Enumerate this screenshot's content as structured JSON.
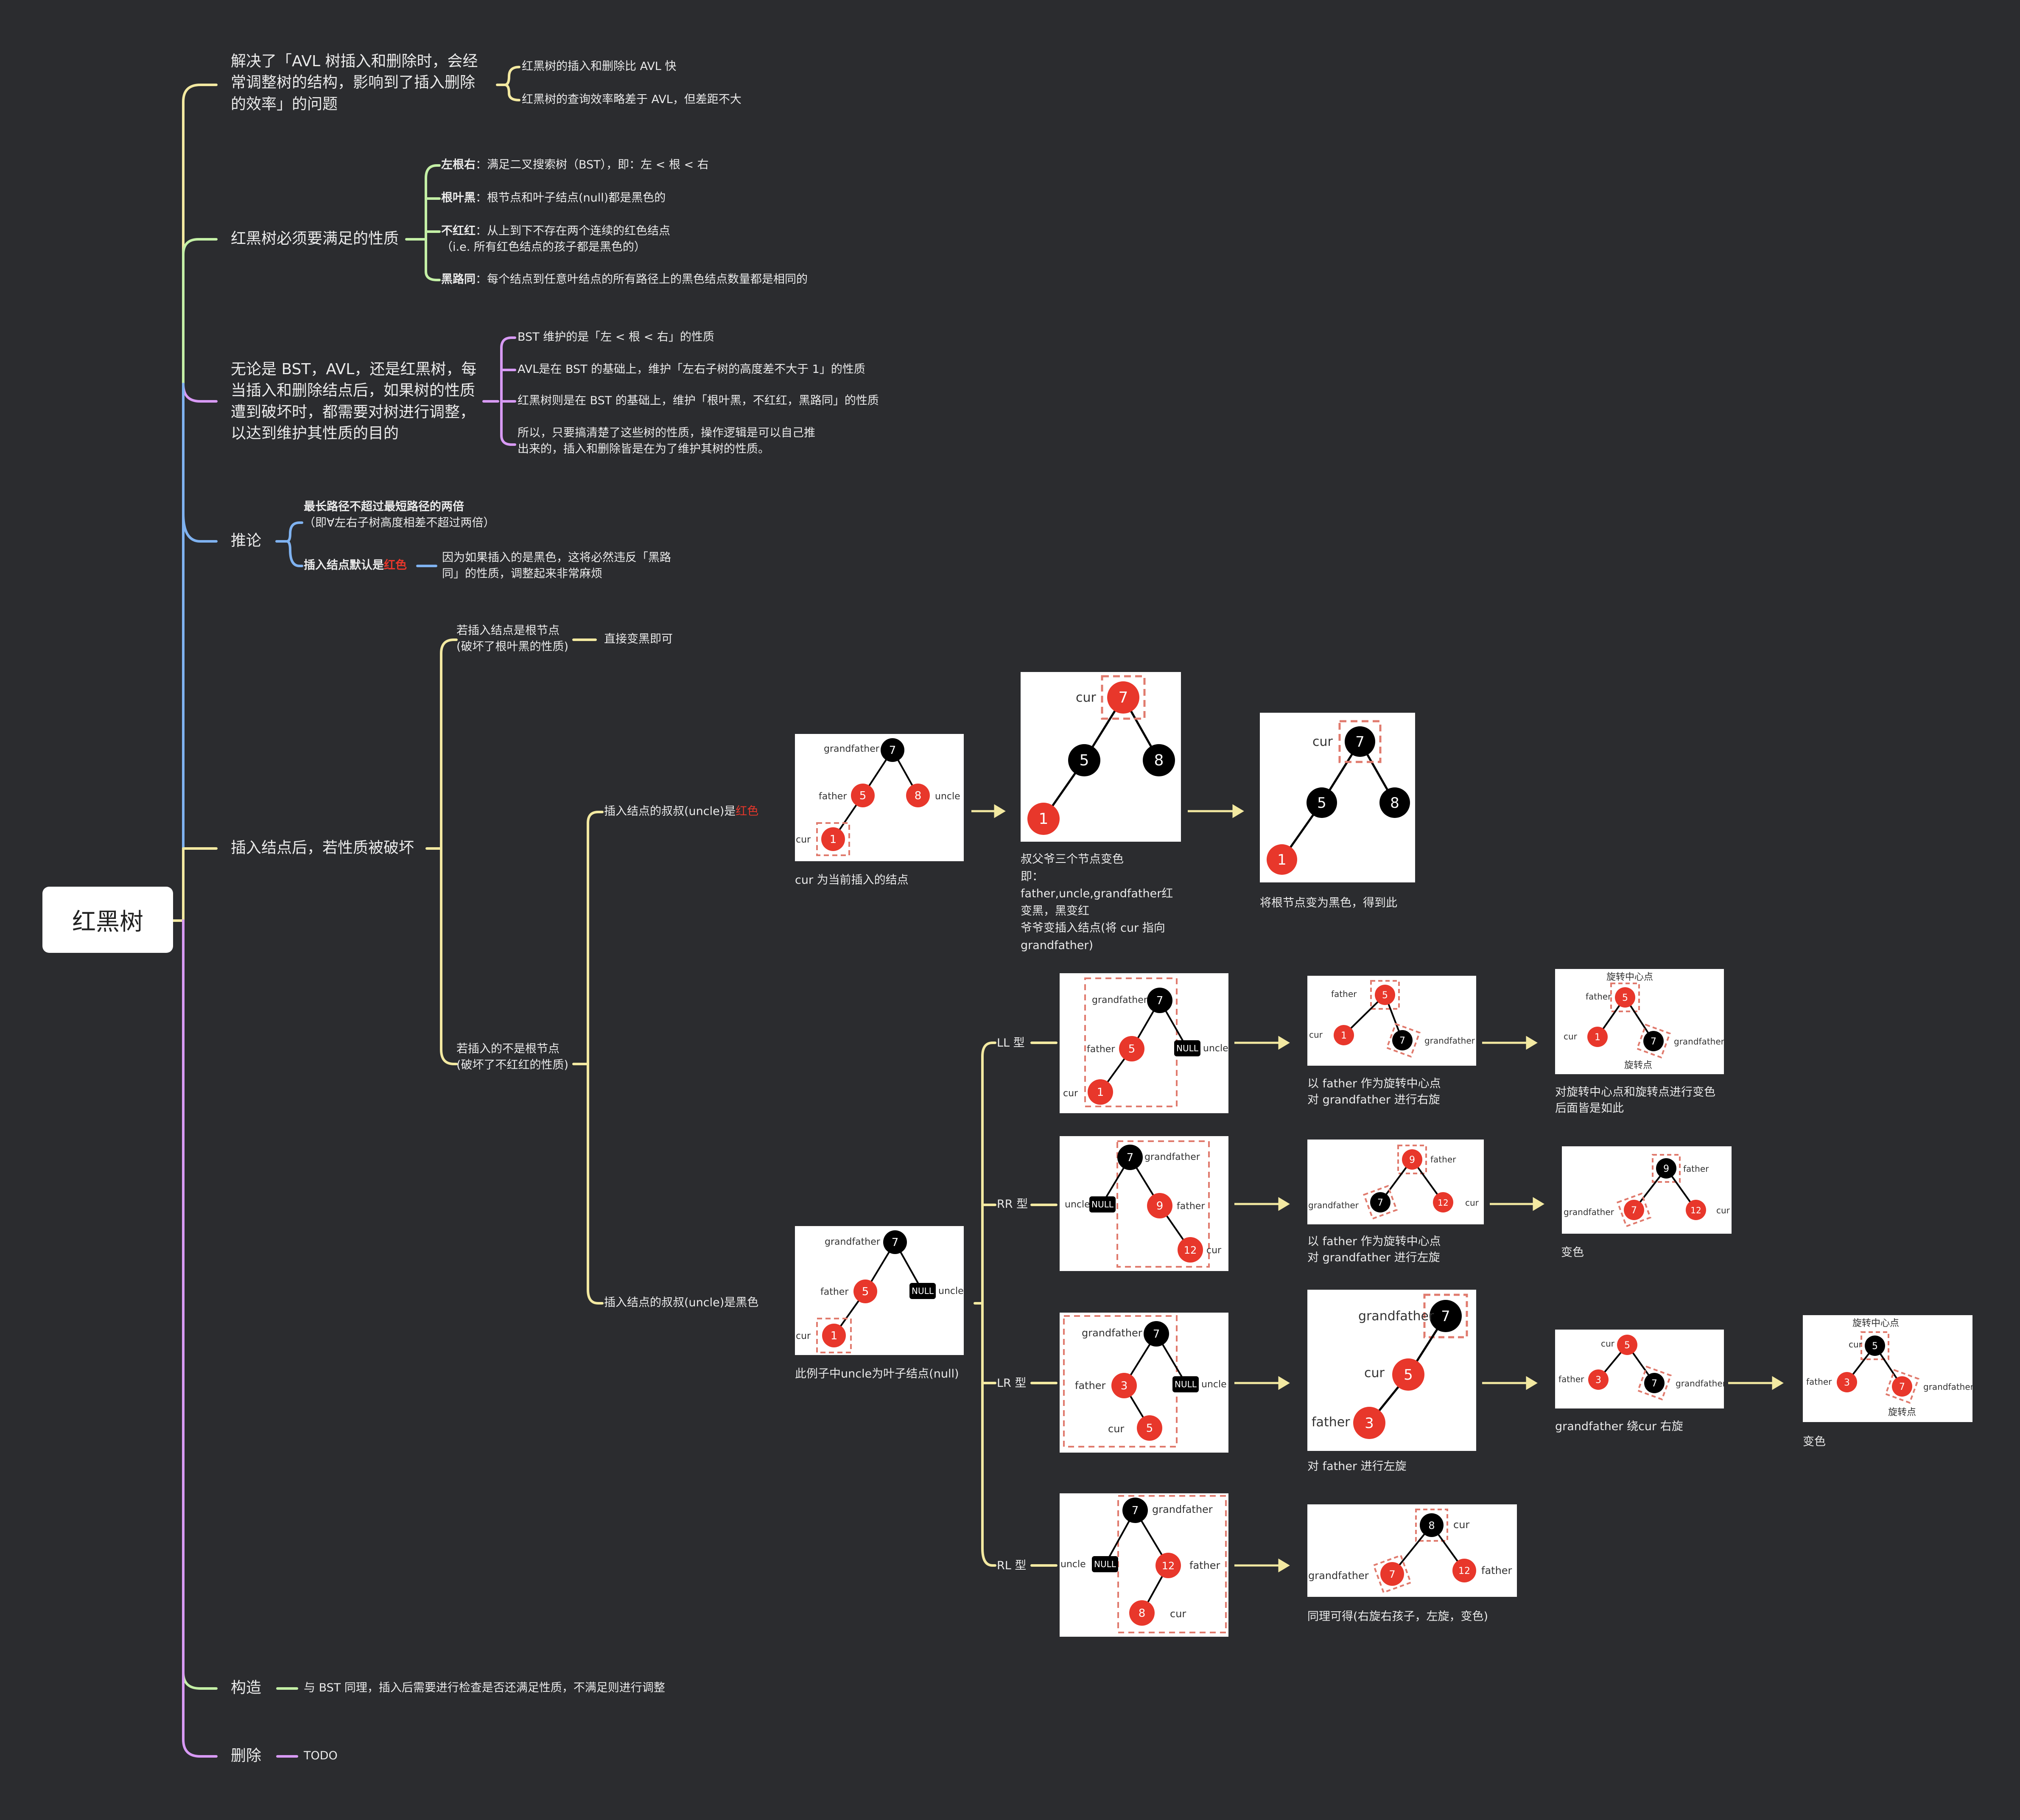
{
  "root": "红黑树",
  "b1": {
    "label": "解决了「AVL 树插入和删除时，会经常调整树的结构，影响到了插入删除的效率」的问题",
    "l1": "解决了「AVL 树插入和删除时，会经",
    "l2": "常调整树的结构，影响到了插入删除",
    "l3": "的效率」的问题",
    "c1": "红黑树的插入和删除比 AVL 快",
    "c2": "红黑树的查询效率略差于 AVL，但差距不大"
  },
  "b2": {
    "label": "红黑树必须要满足的性质",
    "p1k": "左根右",
    "p1v": "：满足二叉搜索树（BST），即：左 < 根 < 右",
    "p2k": "根叶黑",
    "p2v": "：根节点和叶子结点(null)都是黑色的",
    "p3k": "不红红",
    "p3v": "：从上到下不存在两个连续的红色结点",
    "p3v2": "（i.e. 所有红色结点的孩子都是黑色的）",
    "p4k": "黑路同",
    "p4v": "：每个结点到任意叶结点的所有路径上的黑色结点数量都是相同的"
  },
  "b3": {
    "l1": "无论是 BST，AVL，还是红黑树，每",
    "l2": "当插入和删除结点后，如果树的性质",
    "l3": "遭到破坏时，都需要对树进行调整，",
    "l4": "以达到维护其性质的目的",
    "c1": "BST 维护的是「左 < 根 < 右」的性质",
    "c2": "AVL是在 BST 的基础上，维护「左右子树的高度差不大于 1」的性质",
    "c3": "红黑树则是在 BST 的基础上，维护「根叶黑，不红红，黑路同」的性质",
    "c4a": "所以，只要搞清楚了这些树的性质，操作逻辑是可以自己推",
    "c4b": "出来的，插入和删除皆是在为了维护其树的性质。"
  },
  "b4": {
    "label": "推论",
    "c1": "最长路径不超过最短路径的两倍",
    "c1b": "（即∀左右子树高度相差不超过两倍）",
    "c2": "插入结点默认是",
    "c2red": "红色",
    "c2n1": "因为如果插入的是黑色，这将必然违反「黑路",
    "c2n2": "同」的性质，调整起来非常麻烦"
  },
  "b5": {
    "label": "插入结点后，若性质被破坏",
    "r1a": "若插入结点是根节点",
    "r1b": "(破坏了根叶黑的性质)",
    "r1c": "直接变黑即可",
    "r2a": "若插入的不是根节点",
    "r2b": "(破坏了不红红的性质)",
    "u_red": "插入结点的叔叔(uncle)是",
    "u_red_w": "红色",
    "u_black": "插入结点的叔叔(uncle)是黑色",
    "cap1": "cur 为当前插入的结点",
    "cap2a": "叔父爷三个节点变色",
    "cap2b": "即：",
    "cap2c": "father,uncle,grandfather红",
    "cap2d": "变黑，黑变红",
    "cap2e": "爷爷变插入结点(将 cur 指向",
    "cap2f": "grandfather)",
    "cap3": "将根节点变为黑色，得到此",
    "capb": "此例子中uncle为叶子结点(null)",
    "ll": "LL 型",
    "rr": "RR 型",
    "lr": "LR 型",
    "rl": "RL 型",
    "ll1a": "以 father 作为旋转中心点",
    "ll1b": "对 grandfather 进行右旋",
    "ll2a": "对旋转中心点和旋转点进行变色",
    "ll2b": "后面皆是如此",
    "rr1a": "以 father 作为旋转中心点",
    "rr1b": "对 grandfather 进行左旋",
    "rr2": "变色",
    "lr1": "对 father 进行左旋",
    "lr2": "grandfather 绕cur 右旋",
    "lr3": "变色",
    "rl1": "同理可得(右旋右孩子，左旋，变色)"
  },
  "b6": {
    "label": "构造",
    "c1": "与 BST 同理，插入后需要进行检查是否还满足性质，不满足则进行调整"
  },
  "b7": {
    "label": "删除",
    "c1": "TODO"
  },
  "tree": {
    "grandfather": "grandfather",
    "father": "father",
    "uncle": "uncle",
    "cur": "cur",
    "null": "NULL",
    "pivot": "旋转中心点",
    "rot": "旋转点",
    "n1": "1",
    "n3": "3",
    "n5": "5",
    "n7": "7",
    "n8": "8",
    "n9": "9",
    "n12": "12"
  },
  "colors": {
    "bg": "#2b2c2f",
    "yellow": "#f3e9a1",
    "green": "#c4f0a6",
    "purple": "#d89af5",
    "blue": "#7fb2f0",
    "red_node": "#e8372b",
    "black_node": "#000000"
  }
}
